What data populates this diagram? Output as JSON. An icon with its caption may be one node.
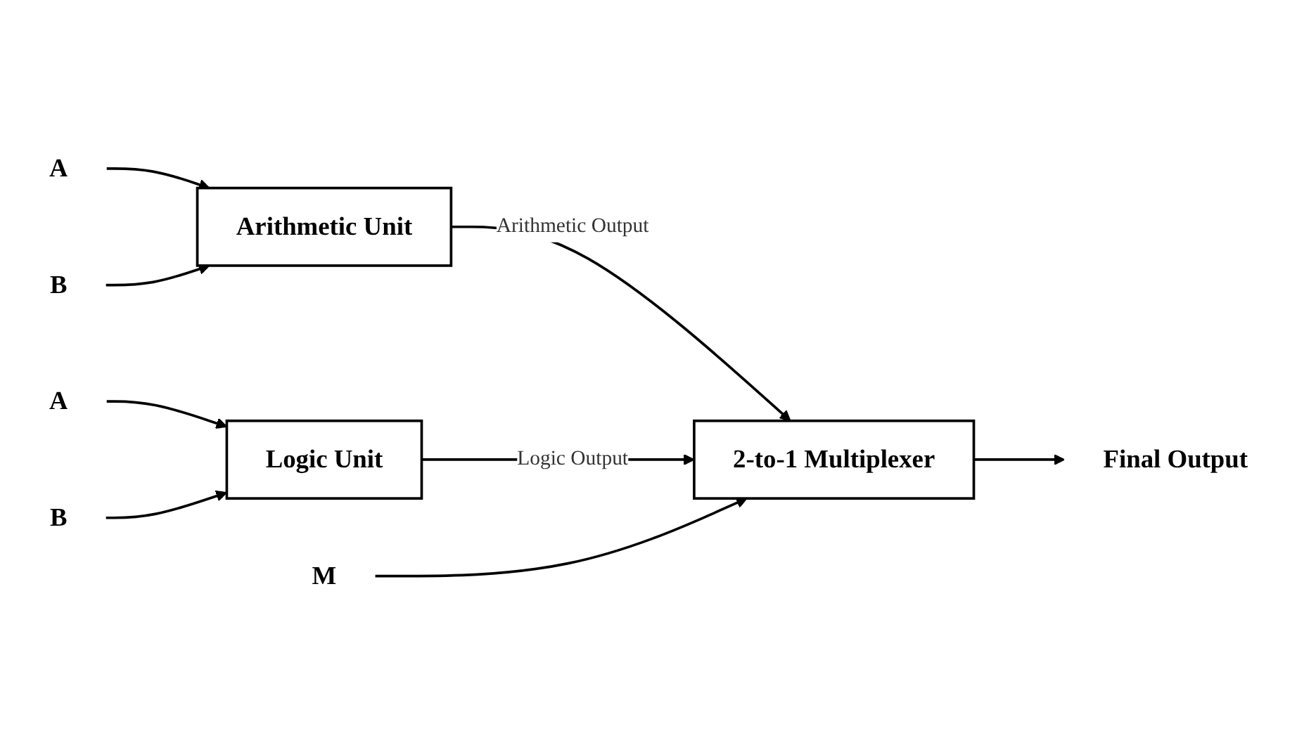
{
  "diagram": {
    "nodes": [
      {
        "text": [
          "A"
        ]
      },
      {
        "text": [
          "B"
        ]
      },
      {
        "text": [
          "Arithmetic Unit"
        ]
      },
      {
        "text": [
          "A"
        ]
      },
      {
        "text": [
          "B"
        ]
      },
      {
        "text": [
          "Logic Unit"
        ]
      },
      {
        "text": [
          "2-to-1 Multiplexer"
        ]
      },
      {
        "text": [
          "Final Output"
        ]
      },
      {
        "text": [
          "M"
        ]
      }
    ],
    "edges": [
      {
        "from": 0,
        "to": 2,
        "arrow": "to"
      },
      {
        "from": 1,
        "to": 2,
        "arrow": "to"
      },
      {
        "from": 3,
        "to": 5,
        "arrow": "to"
      },
      {
        "from": 4,
        "to": 5,
        "arrow": "to"
      },
      {
        "from": 2,
        "to": 6,
        "label": "Arithmetic Output",
        "arrow": "to"
      },
      {
        "from": 5,
        "to": 6,
        "label": "Logic Output",
        "arrow": "to"
      },
      {
        "from": 6,
        "to": 7,
        "arrow": "to"
      },
      {
        "from": 8,
        "to": 6,
        "arrow": "to"
      }
    ]
  }
}
